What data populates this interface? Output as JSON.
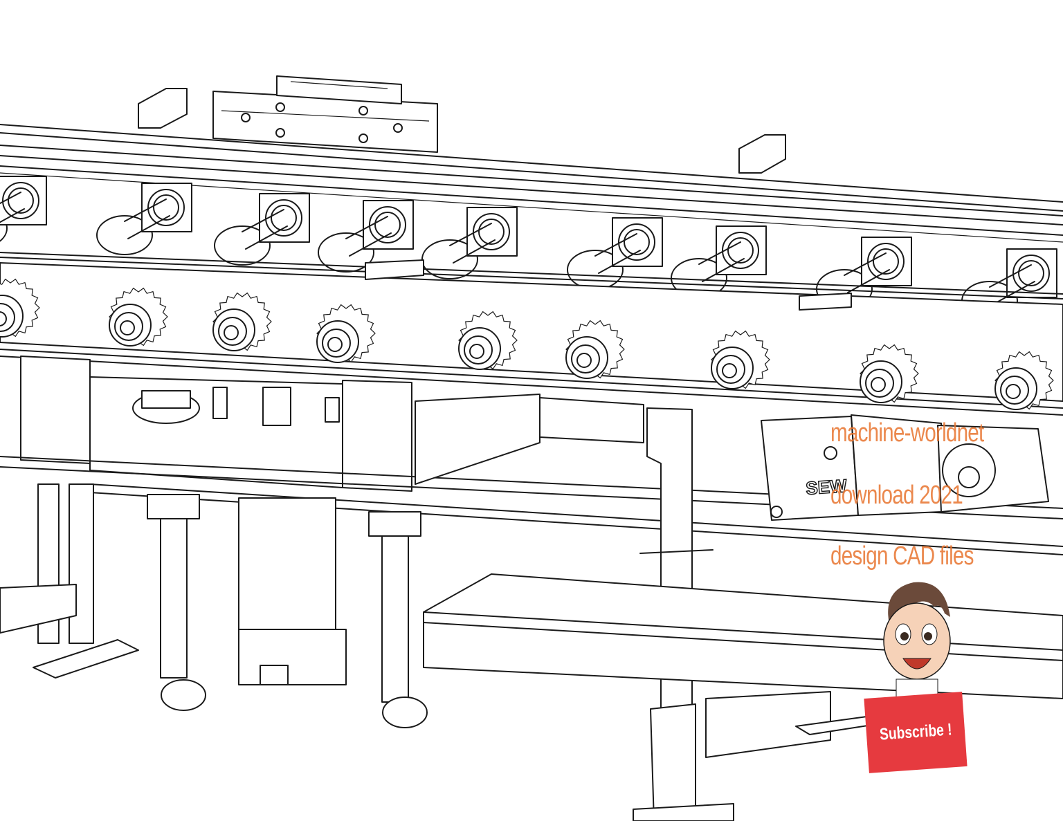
{
  "watermark": {
    "line1": "machine-worldnet",
    "line2": "download 2021",
    "line3": "design CAD files",
    "color": "#e8742e"
  },
  "motor_label": "SEW",
  "subscribe": {
    "label": "Subscribe !",
    "color": "#e63a3f"
  },
  "mascot_icon": "cartoon-boy-icon"
}
